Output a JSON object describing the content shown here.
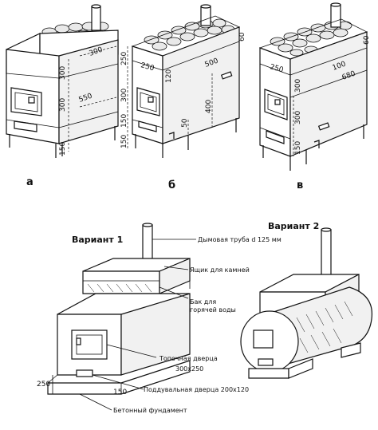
{
  "stoves": {
    "a": {
      "caption": "а",
      "dims": {
        "d300_top": "300",
        "d300_side": "300",
        "d300_mid": "300",
        "d550": "550",
        "d150": "150"
      }
    },
    "b": {
      "caption": "б",
      "dims": {
        "d250_side": "250",
        "d250_top": "250",
        "d120": "120",
        "d500": "500",
        "d400": "400",
        "d50": "50",
        "d150a": "150",
        "d150b": "150",
        "d300": "300",
        "d60": "60"
      }
    },
    "c": {
      "caption": "в",
      "dims": {
        "d60": "60",
        "d100": "100",
        "d680": "680",
        "d250": "250",
        "d300a": "300",
        "d300b": "300",
        "d150": "150"
      }
    }
  },
  "lower": {
    "variant1": "Вариант 1",
    "variant2": "Вариант 2",
    "labels": {
      "chimney": "Дымовая труба d 125 мм",
      "stone_box": "Ящик для камней",
      "water_tank": "Бак для горячей воды",
      "fire_door": "Топочная дверца 300х250",
      "ash_door": "Поддувальная дверца 200х120",
      "foundation": "Бетонный фундамент"
    },
    "dims": {
      "d250": "250",
      "d150": "150"
    }
  }
}
